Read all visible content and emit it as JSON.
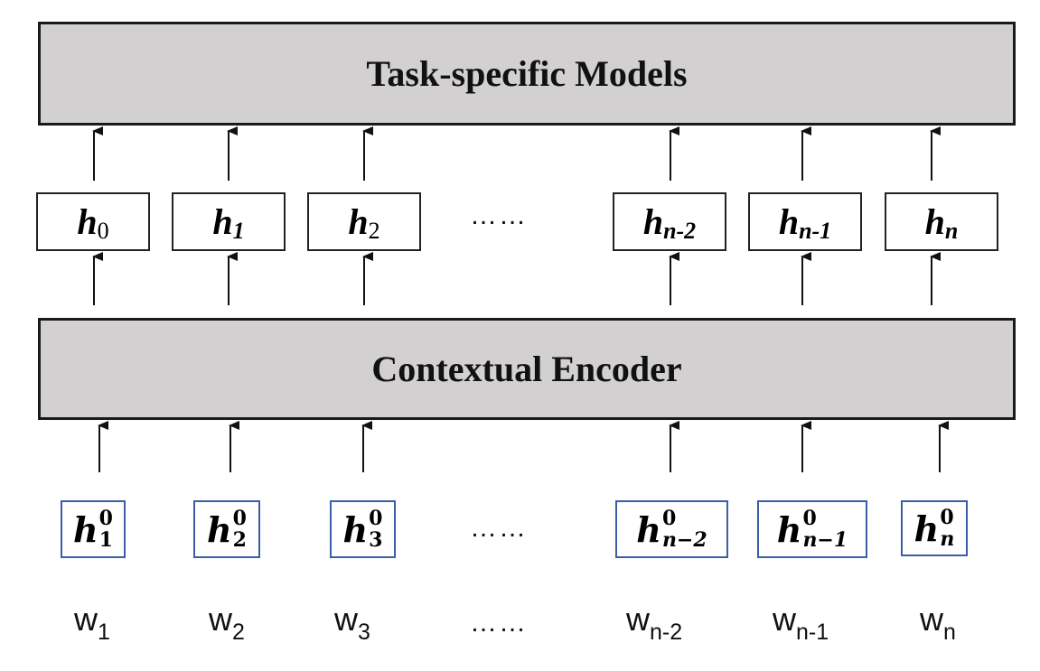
{
  "diagram": {
    "top_block": {
      "label": "Task-specific Models",
      "fill": "#d2d0d0"
    },
    "middle_block": {
      "label": "Contextual Encoder",
      "fill": "#d2d0d0"
    },
    "hidden_states": [
      {
        "base": "h",
        "sub": "0",
        "sub_italic": false
      },
      {
        "base": "h",
        "sub": "1",
        "sub_italic": true
      },
      {
        "base": "h",
        "sub": "2",
        "sub_italic": false
      },
      {
        "base": "h",
        "sub": "n-2",
        "sub_italic": true
      },
      {
        "base": "h",
        "sub": "n-1",
        "sub_italic": true
      },
      {
        "base": "h",
        "sub": "n",
        "sub_italic": true
      }
    ],
    "initial_embeddings": [
      {
        "base": "h",
        "sup": "0",
        "sub": "1"
      },
      {
        "base": "h",
        "sup": "0",
        "sub": "2"
      },
      {
        "base": "h",
        "sup": "0",
        "sub": "3"
      },
      {
        "base": "h",
        "sup": "0",
        "sub": "n−2"
      },
      {
        "base": "h",
        "sup": "0",
        "sub": "n−1"
      },
      {
        "base": "h",
        "sup": "0",
        "sub": "n"
      }
    ],
    "words": [
      {
        "base": "w",
        "sub": "1"
      },
      {
        "base": "w",
        "sub": "2"
      },
      {
        "base": "w",
        "sub": "3"
      },
      {
        "base": "w",
        "sub": "n-2"
      },
      {
        "base": "w",
        "sub": "n-1"
      },
      {
        "base": "w",
        "sub": "n"
      }
    ],
    "ellipsis": "……",
    "embedding_border_color": "#3a5ea8"
  }
}
